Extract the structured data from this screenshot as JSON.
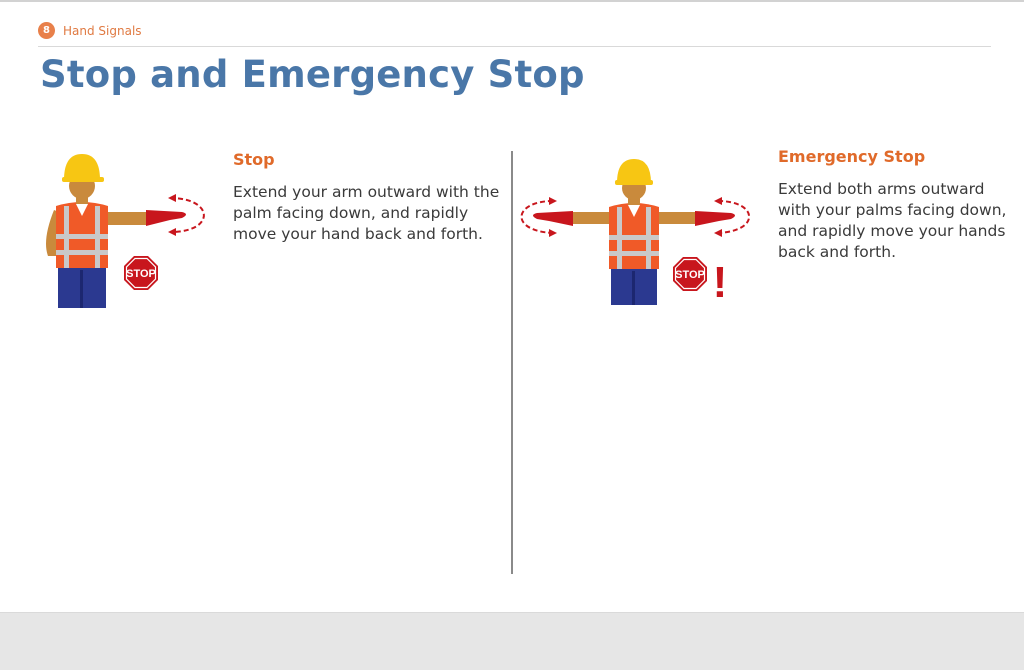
{
  "breadcrumb": {
    "number": "8",
    "label": "Hand Signals"
  },
  "page": {
    "title": "Stop and Emergency Stop"
  },
  "signals": [
    {
      "heading": "Stop",
      "description": "Extend your arm outward with the palm facing down, and rapidly move your hand back and forth.",
      "sign_text": "STOP",
      "illustration": "worker-one-arm-stop-icon"
    },
    {
      "heading": "Emergency Stop",
      "description": "Extend both arms outward with your palms facing down, and rapidly move your hands back and forth.",
      "sign_text": "STOP",
      "mark": "!",
      "illustration": "worker-two-arms-emergency-stop-icon"
    }
  ],
  "colors": {
    "title": "#4a77a8",
    "accent": "#e06a2a",
    "sign_red": "#c8161d",
    "vest": "#f05a28",
    "helmet": "#f7c613"
  }
}
